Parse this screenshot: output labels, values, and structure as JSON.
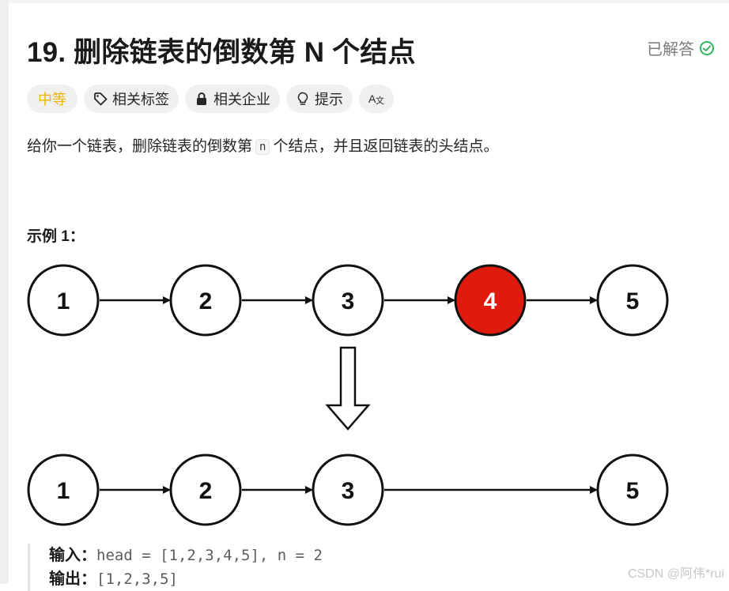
{
  "problem": {
    "title": "19. 删除链表的倒数第 N 个结点",
    "solved_label": "已解答"
  },
  "tags": {
    "difficulty": "中等",
    "related_tags": "相关标签",
    "related_companies": "相关企业",
    "hint": "提示",
    "translate_icon_text": "A文"
  },
  "description": {
    "part1": "给你一个链表，删除链表的倒数第",
    "code": "n",
    "part2": "个结点，并且返回链表的头结点。"
  },
  "example": {
    "title": "示例 1：",
    "top_list": [
      "1",
      "2",
      "3",
      "4",
      "5"
    ],
    "removed_node": "4",
    "bottom_list": [
      "1",
      "2",
      "3",
      "5"
    ],
    "input_label": "输入：",
    "input_value": "head = [1,2,3,4,5], n = 2",
    "output_label": "输出：",
    "output_value": "[1,2,3,5]"
  },
  "colors": {
    "accent_solved": "#2db55d",
    "difficulty_medium": "#f0b400",
    "removed_node_fill": "#e01b0e"
  },
  "watermark": "CSDN @阿伟*rui"
}
